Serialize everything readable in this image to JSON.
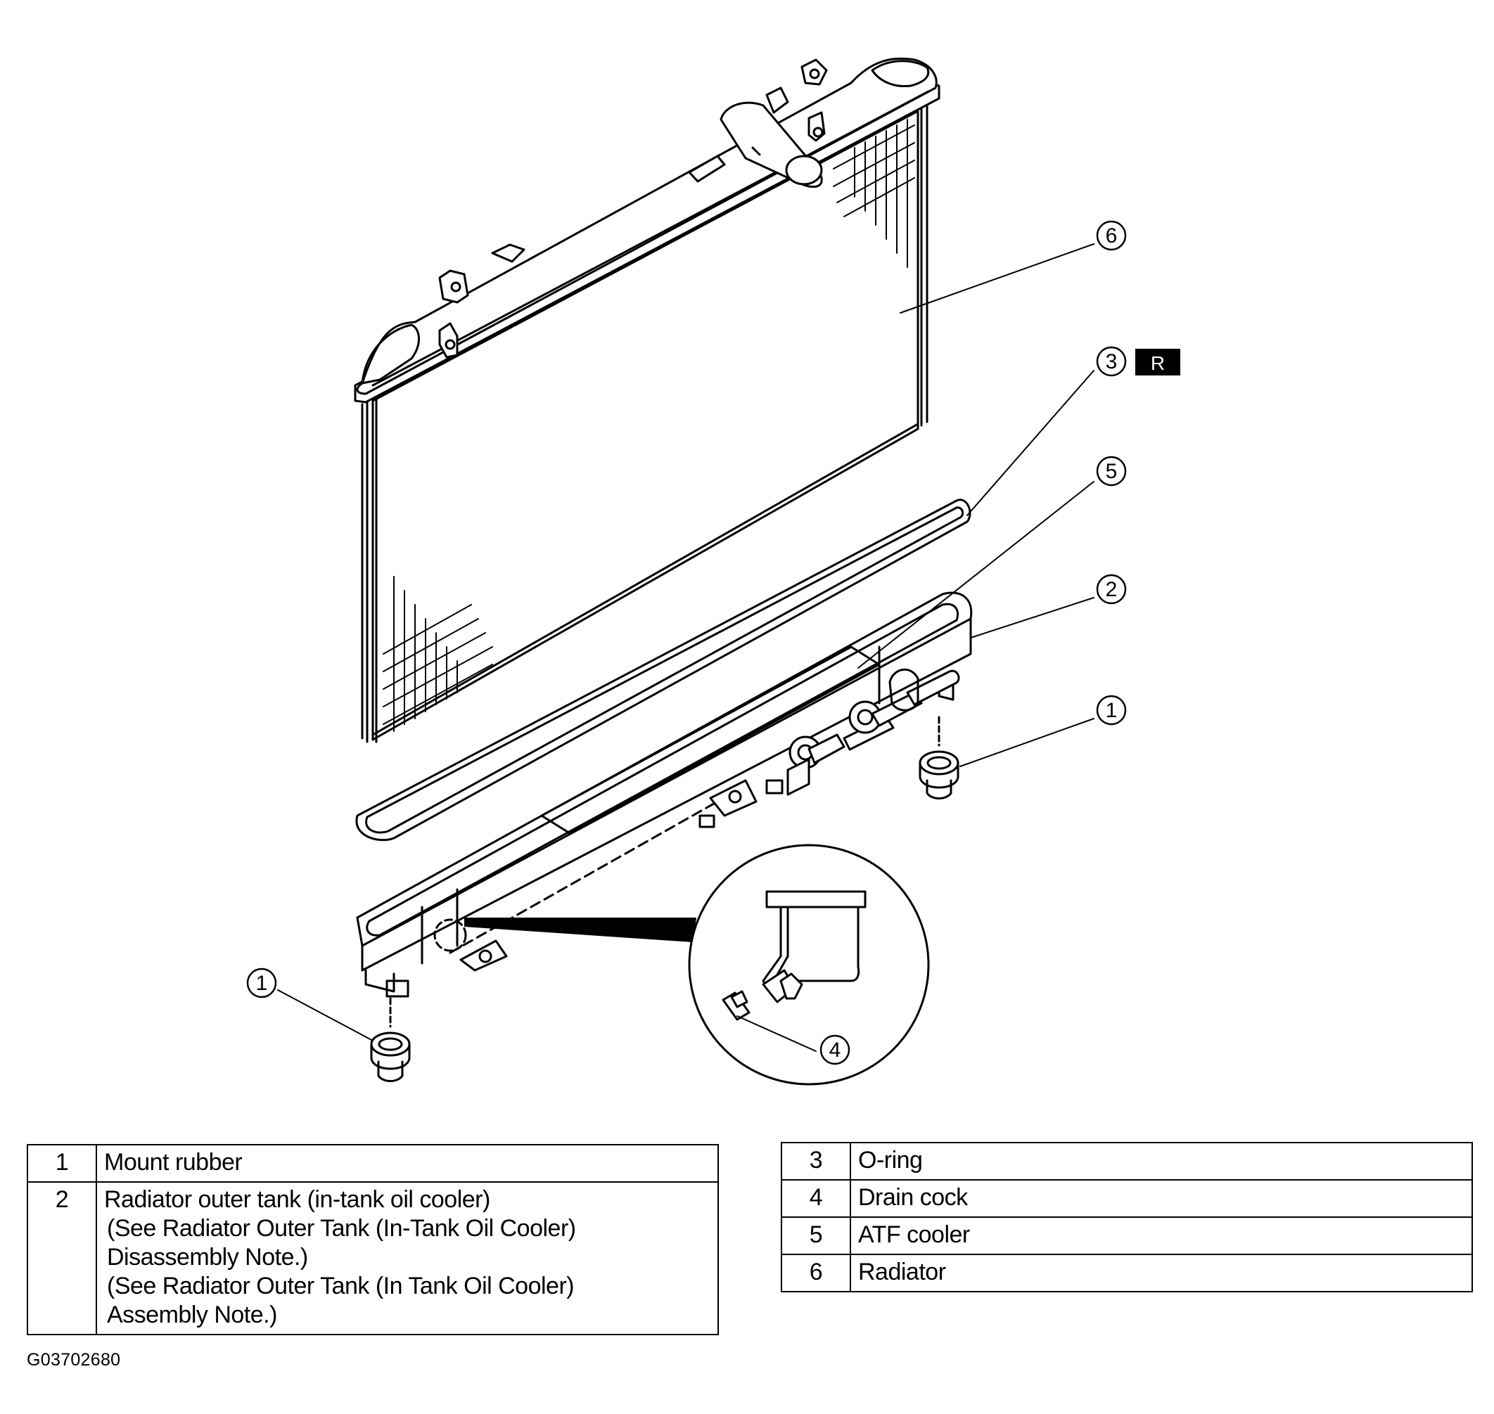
{
  "callouts": {
    "c1a": "1",
    "c1b": "1",
    "c2": "2",
    "c3": "3",
    "c4": "4",
    "c5": "5",
    "c6": "6",
    "replace_badge": "R"
  },
  "legend_left": [
    {
      "num": "1",
      "lines": [
        "Mount rubber"
      ]
    },
    {
      "num": "2",
      "lines": [
        "Radiator outer tank (in-tank oil cooler)",
        "(See Radiator Outer Tank (In-Tank Oil Cooler)",
        "Disassembly Note.)",
        "(See Radiator Outer Tank (In Tank Oil Cooler)",
        "Assembly Note.)"
      ]
    }
  ],
  "legend_right": [
    {
      "num": "3",
      "label": "O-ring"
    },
    {
      "num": "4",
      "label": "Drain cock"
    },
    {
      "num": "5",
      "label": "ATF cooler"
    },
    {
      "num": "6",
      "label": "Radiator"
    }
  ],
  "figure_code": "G03702680"
}
